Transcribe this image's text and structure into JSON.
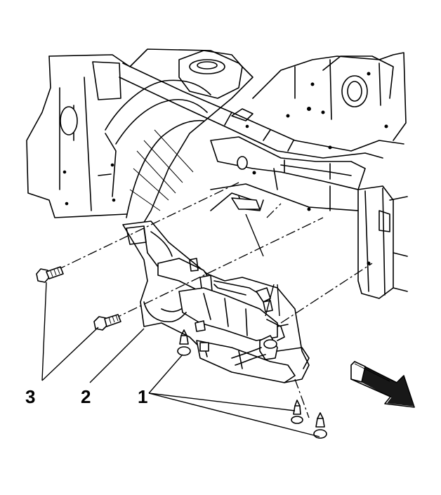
{
  "callouts": [
    {
      "id": "1",
      "label": "1"
    },
    {
      "id": "2",
      "label": "2"
    },
    {
      "id": "3",
      "label": "3"
    }
  ],
  "colors": {
    "ink": "#000000",
    "paper": "#ffffff"
  },
  "icons": {
    "direction_arrow": "front-arrow-icon"
  }
}
